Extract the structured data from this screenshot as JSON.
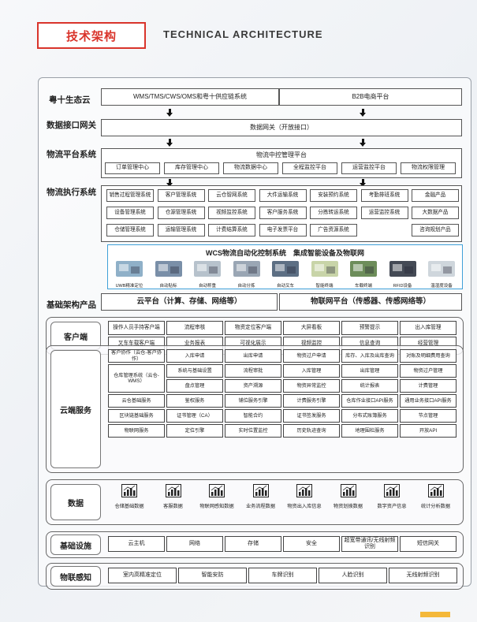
{
  "header": {
    "title_cn": "技术架构",
    "title_en": "TECHNICAL ARCHITECTURE"
  },
  "layers": {
    "ecosystem": {
      "label": "粤十生态云",
      "left": "WMS/TMS/CWS/OMS和粤十供应链系统",
      "right": "B2B电商平台"
    },
    "gateway": {
      "label": "数据接口网关",
      "box": "数据网关（开放接口）"
    },
    "platform": {
      "label": "物流平台系统",
      "title": "物流中控管理平台",
      "items": [
        "订单管理中心",
        "库存管理中心",
        "物流数据中心",
        "全程监控平台",
        "运营监控平台",
        "物流权限管理"
      ]
    },
    "execution": {
      "label": "物流执行系统",
      "rows": [
        [
          "销售过程管理系统",
          "客户管理系统",
          "云仓智网系统",
          "大件运输系统",
          "安装预约系统",
          "考勤排班系统",
          "金融产品"
        ],
        [
          "设备管理系统",
          "仓源管理系统",
          "视频监控系统",
          "客户服务系统",
          "分拣转运系统",
          "运营监控系统",
          "大数据产品"
        ],
        [
          "仓储管理系统",
          "运输管理系统",
          "计费结算系统",
          "电子发票平台",
          "广告资源系统",
          "咨询规划产品"
        ]
      ]
    },
    "wcs": {
      "title": "WCS物流自动化控制系统　集成智能设备及物联网",
      "devices": [
        "UWB精准定位",
        "自动贴标",
        "自动称重",
        "自动分拣",
        "自动叉车",
        "智能终端",
        "车载终端",
        "RFID设备",
        "温湿度设备"
      ]
    },
    "infra": {
      "label": "基础架构产品",
      "cloud": "云平台（计算、存储、网络等）",
      "iot": "物联网平台（传感器、传感网络等）"
    }
  },
  "client": {
    "title": "客户端",
    "rows": [
      [
        "操作人员手持客户端",
        "流程审核",
        "物资定位客户端",
        "大屏看板",
        "预警提示",
        "出入库管理"
      ],
      [
        "叉车车载客户端",
        "业务报表",
        "可视化展示",
        "视频监控",
        "信息查询",
        "经营管理"
      ]
    ]
  },
  "cloud_service": {
    "title": "云端服务",
    "row1_head": "客户协作（云仓-客户协作）",
    "row1": [
      "入库申请",
      "出库申请",
      "物资过户申请",
      "库存、入库及出库查询",
      "对账及明细费用查询"
    ],
    "row23_head": "仓库管理系统（云仓-WMS）",
    "row2": [
      "系统与基础设置",
      "流程审批",
      "入库管理",
      "出库管理",
      "物资过户管理"
    ],
    "row3": [
      "盘点管理",
      "资产溯源",
      "物资异常监控",
      "统计报表",
      "计费管理"
    ],
    "row4": [
      "云仓基础服务",
      "鉴权服务",
      "铺位服务引擎",
      "计费服务引擎",
      "仓库作业接口API服务",
      "通用业务接口API服务"
    ],
    "row5": [
      "区块链基础服务",
      "证书管理（CA）",
      "智能合约",
      "证书签发服务",
      "分布式账簿服务",
      "节点管理"
    ],
    "row6": [
      "物联网服务",
      "定位引擎",
      "实时位置监控",
      "历史轨迹查询",
      "地理围栏服务",
      "开放API"
    ]
  },
  "data_sect": {
    "title": "数据",
    "items": [
      "仓储基础数据",
      "客服数据",
      "物联网感知数据",
      "业务流程数据",
      "物资出入库信息",
      "物资划拨数据",
      "数字资产信息",
      "统计分析数据"
    ]
  },
  "infra_sect": {
    "title": "基础设施",
    "items": [
      "云主机",
      "网络",
      "存储",
      "安全",
      "超宽带通讯/无线射频识别",
      "短信网关"
    ]
  },
  "iot_sect": {
    "title": "物联感知",
    "items": [
      "室内高精准定位",
      "智能安防",
      "车牌识别",
      "人脸识别",
      "无线射频识别"
    ]
  },
  "colors": {
    "accent": "#d9342b",
    "wcs_border": "#3fa0d8",
    "footer_bar": "#f4b83a"
  }
}
